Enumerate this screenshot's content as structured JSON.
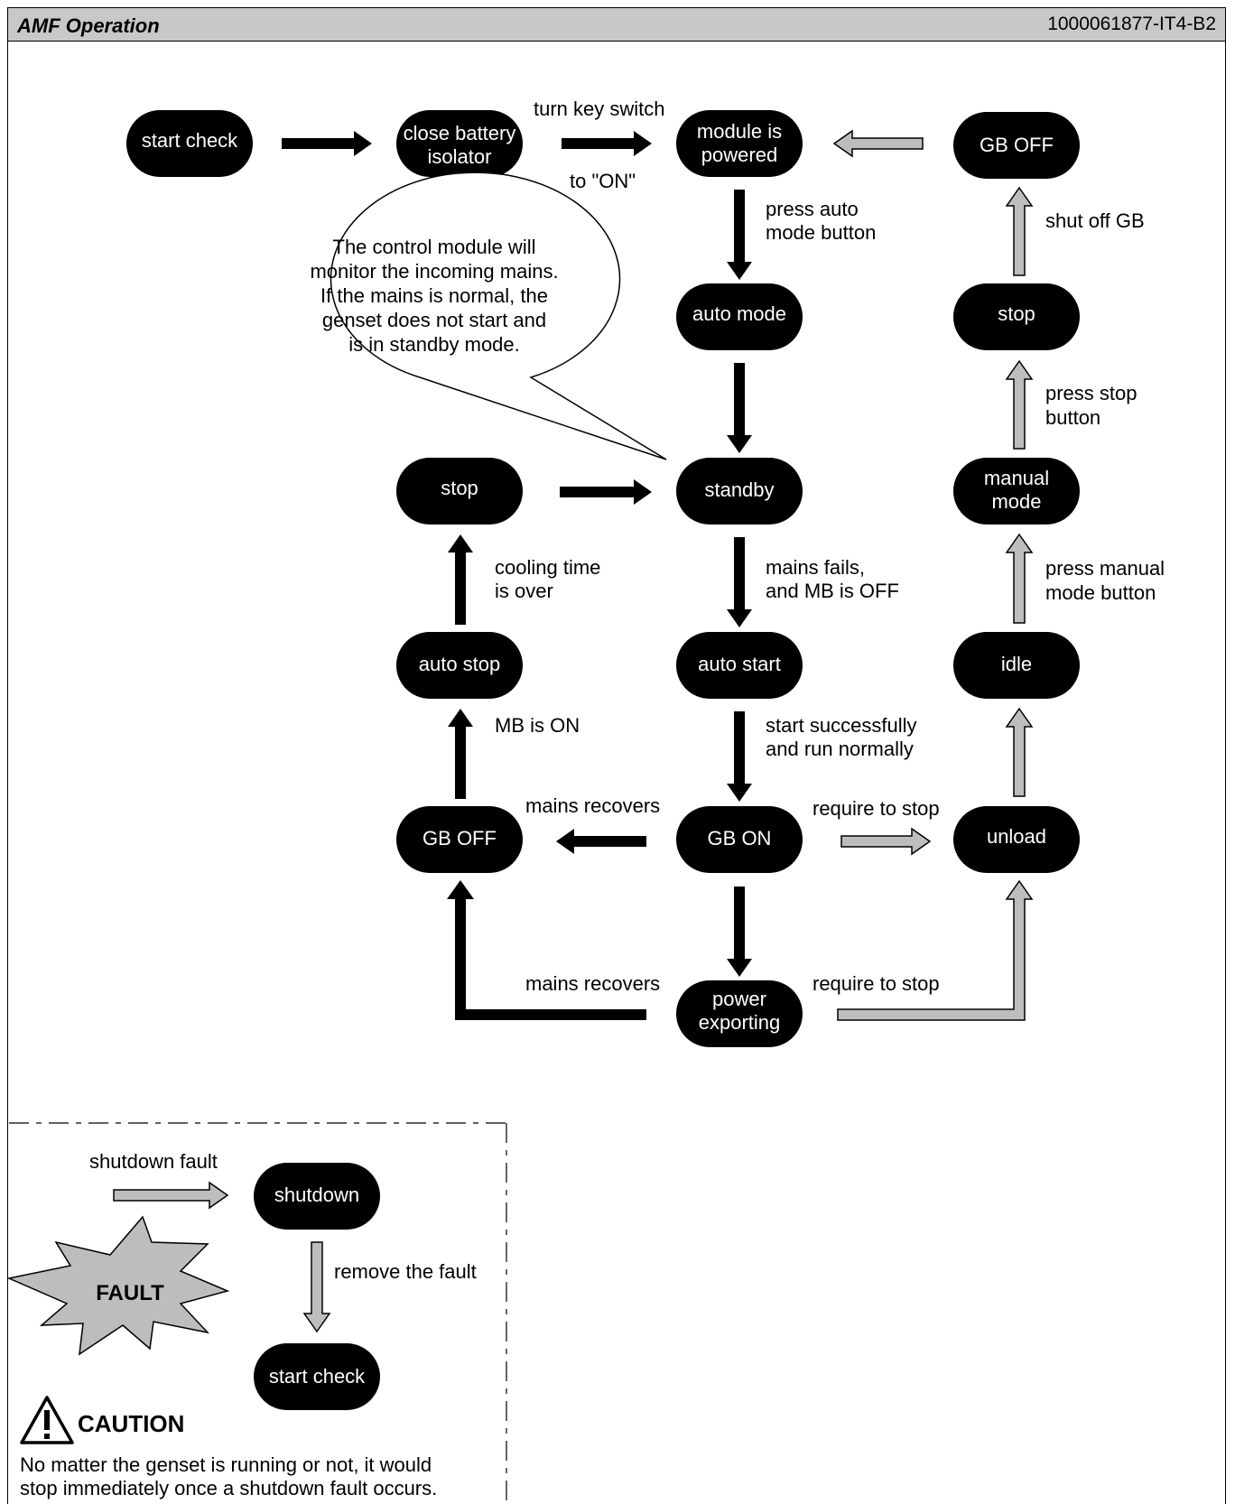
{
  "header": {
    "title": "AMF Operation",
    "doc_id": "1000061877-IT4-B2"
  },
  "nodes": {
    "start_check": "start check",
    "close_battery": [
      "close battery",
      "isolator"
    ],
    "module_powered": [
      "module is",
      "powered"
    ],
    "gb_off_top": "GB OFF",
    "auto_mode": "auto mode",
    "stop_right": "stop",
    "stop_left": "stop",
    "standby": "standby",
    "manual_mode": [
      "manual",
      "mode"
    ],
    "auto_stop": "auto stop",
    "auto_start": "auto start",
    "idle": "idle",
    "gb_off_left": "GB OFF",
    "gb_on": "GB ON",
    "unload": "unload",
    "power_exporting": [
      "power",
      "exporting"
    ]
  },
  "labels": {
    "turn_key": "turn key switch",
    "to_on": "to \"ON\"",
    "press_auto": [
      "press auto",
      "mode button"
    ],
    "shut_off_gb": "shut off GB",
    "press_stop": [
      "press stop",
      "button"
    ],
    "cooling": [
      "cooling time",
      "is over"
    ],
    "mains_fails": [
      "mains fails,",
      "and MB is OFF"
    ],
    "press_manual": [
      "press manual",
      "mode button"
    ],
    "mb_on": "MB is ON",
    "start_success": [
      "start successfully",
      "and run normally"
    ],
    "mains_recovers_1": "mains recovers",
    "require_stop_1": "require to stop",
    "mains_recovers_2": "mains recovers",
    "require_stop_2": "require to stop"
  },
  "callout": [
    "The control module will",
    "monitor the incoming mains.",
    "If the mains is normal, the",
    "genset does not start and",
    "is in standby mode."
  ],
  "legend": {
    "shutdown_fault": "shutdown fault",
    "shutdown": "shutdown",
    "remove_fault": "remove the fault",
    "start_check": "start check",
    "fault_badge": "FAULT",
    "caution_title": "CAUTION",
    "caution_text": [
      "No matter the genset is running or not, it would",
      "stop immediately once a shutdown fault occurs."
    ]
  },
  "colors": {
    "node_fill": "#000000",
    "manual_arrow": "#bdbdbd",
    "auto_arrow": "#000000",
    "header_bg": "#c8c8c8"
  }
}
